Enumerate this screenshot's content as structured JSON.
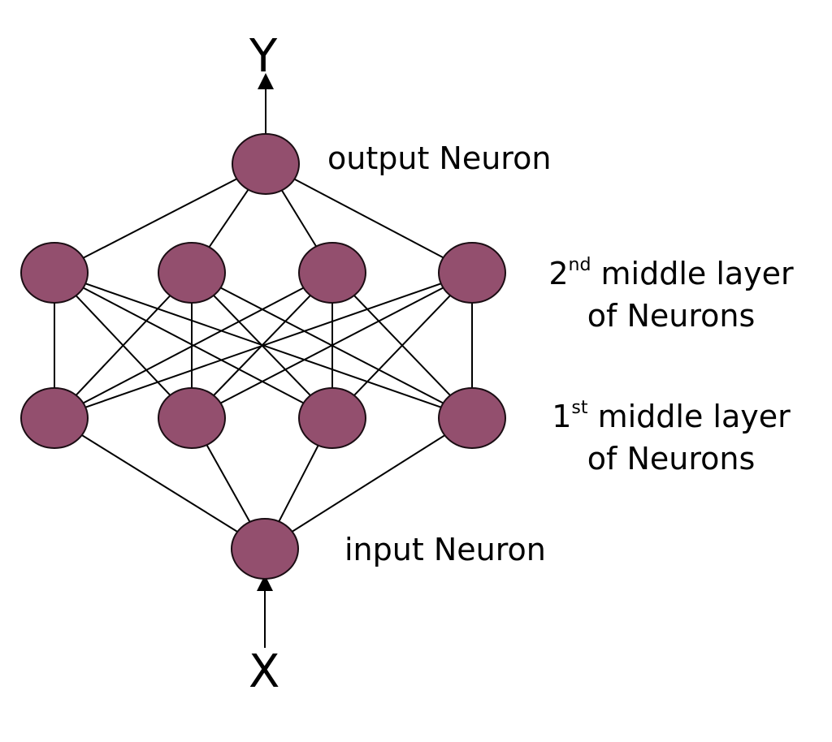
{
  "diagram": {
    "type": "feedforward neural network",
    "output_symbol": "Y",
    "input_symbol": "X",
    "node_color": "#934F6E",
    "edge_color": "#000000",
    "layers": [
      {
        "id": "input",
        "nodes": 1,
        "label": "input Neuron"
      },
      {
        "id": "middle1",
        "nodes": 4,
        "label_num": "1",
        "label_sup": "st",
        "label_rest": " middle layer",
        "label_line2": "of Neurons"
      },
      {
        "id": "middle2",
        "nodes": 4,
        "label_num": "2",
        "label_sup": "nd",
        "label_rest": " middle layer",
        "label_line2": "of Neurons"
      },
      {
        "id": "output",
        "nodes": 1,
        "label": "output Neuron"
      }
    ],
    "connectivity": "fully connected between adjacent layers"
  }
}
